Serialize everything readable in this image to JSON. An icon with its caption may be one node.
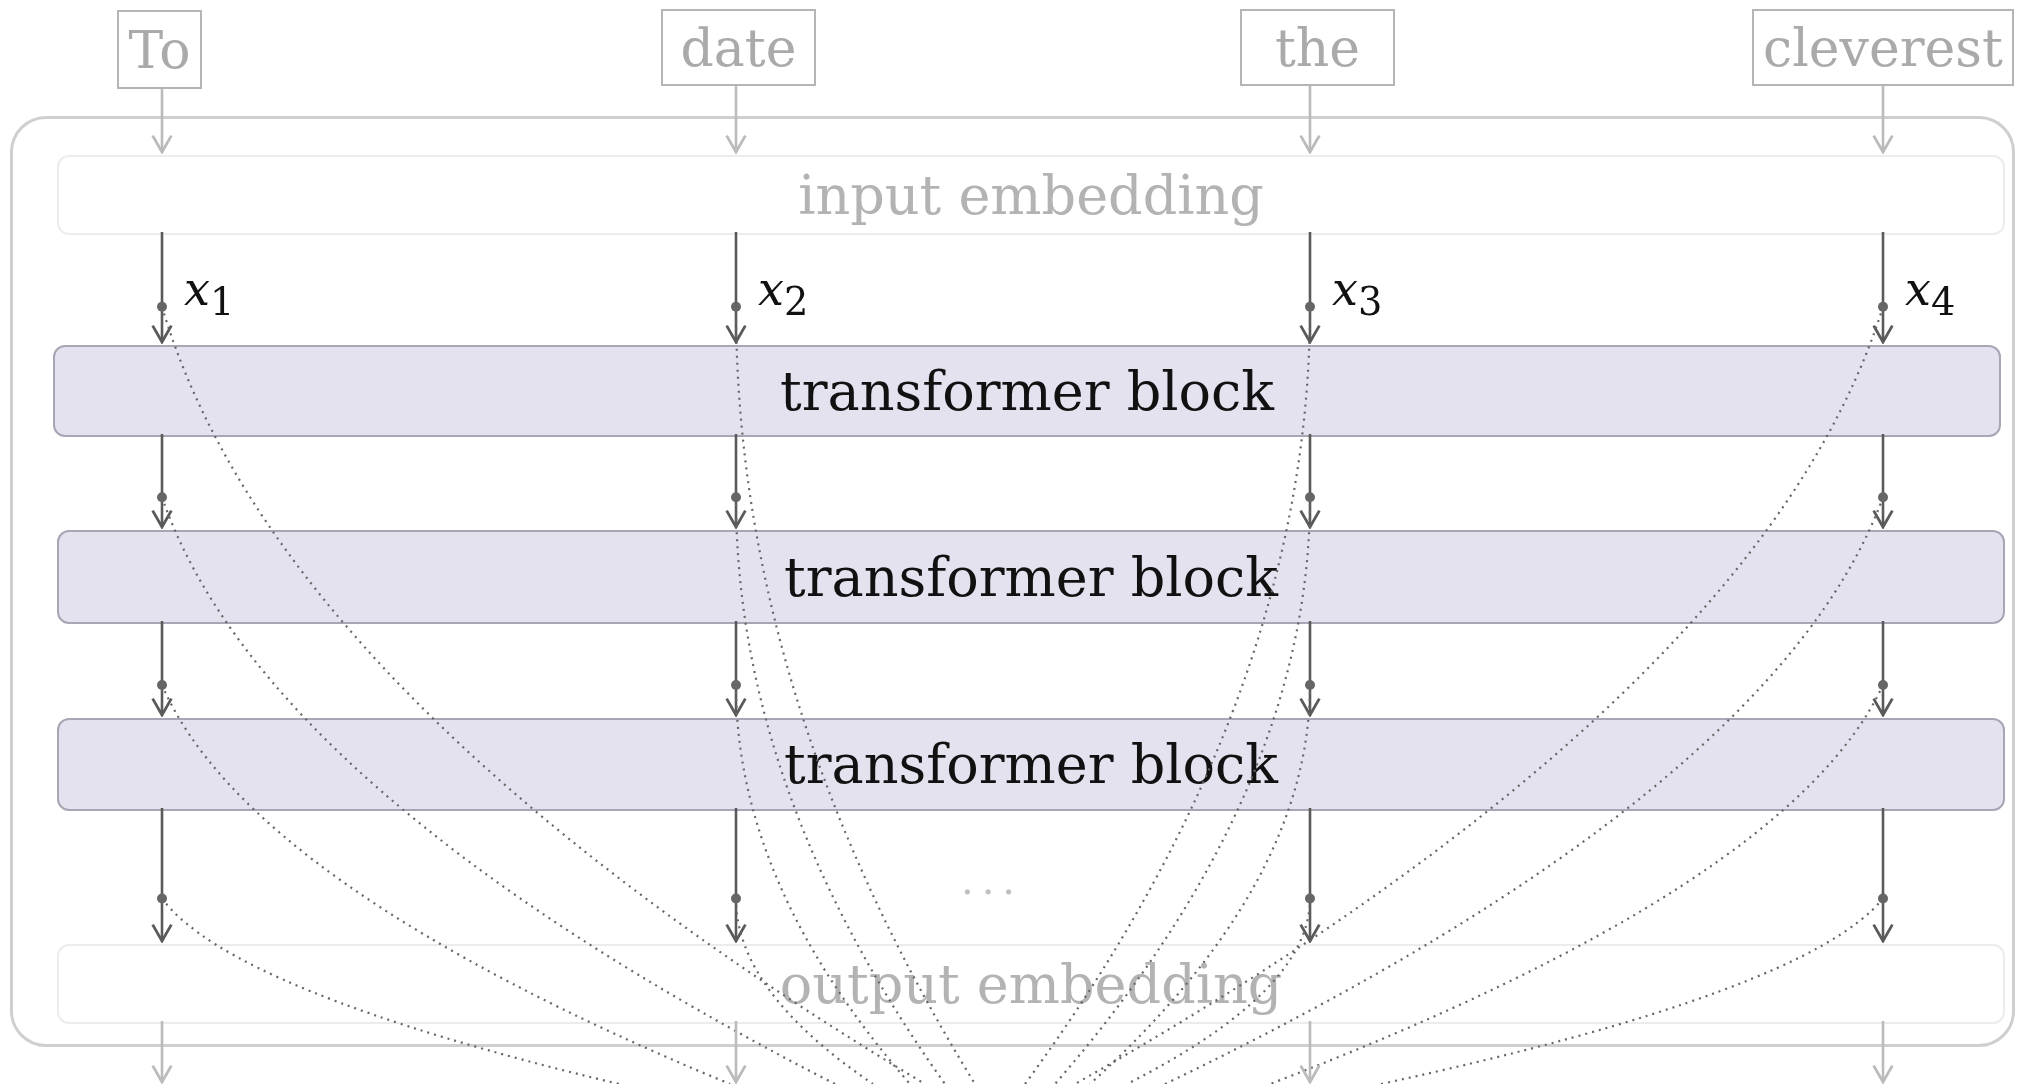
{
  "diagram": {
    "nodes": [
      {
        "text": [
          "To"
        ]
      },
      {
        "text": [
          "date"
        ]
      },
      {
        "text": [
          "the"
        ]
      },
      {
        "text": [
          "cleverest"
        ]
      },
      {
        "text": [],
        "shape": "box"
      },
      {
        "text": [
          "input embedding"
        ],
        "in": 4
      },
      {
        "text": [
          "transformer block"
        ],
        "in": 4
      },
      {
        "text": [
          "transformer block"
        ],
        "in": 4
      },
      {
        "text": [
          "transformer block"
        ],
        "in": 4
      },
      {
        "text": [
          "output embedding"
        ],
        "in": 4
      }
    ],
    "edges": [
      {
        "from": 0,
        "to": 5,
        "arrow": "to",
        "color": "#bbbbbb"
      },
      {
        "from": 1,
        "to": 5,
        "arrow": "to",
        "color": "#bbbbbb"
      },
      {
        "from": 2,
        "to": 5,
        "arrow": "to",
        "color": "#bbbbbb"
      },
      {
        "from": 3,
        "to": 5,
        "arrow": "to",
        "color": "#bbbbbb"
      },
      {
        "from": 5,
        "to": 6,
        "arrow": "to",
        "label": "*x*$_{1}$"
      },
      {
        "from": 5,
        "to": 6,
        "arrow": "to",
        "label": "*x*$_{2}$"
      },
      {
        "from": 5,
        "to": 6,
        "arrow": "to",
        "label": "*x*$_{3}$"
      },
      {
        "from": 5,
        "to": 6,
        "arrow": "to",
        "label": "*x*$_{4}$"
      },
      {
        "from": 6,
        "to": 7,
        "arrow": "to"
      },
      {
        "from": 6,
        "to": 7,
        "arrow": "to"
      },
      {
        "from": 6,
        "to": 7,
        "arrow": "to"
      },
      {
        "from": 6,
        "to": 7,
        "arrow": "to"
      },
      {
        "from": 7,
        "to": 8,
        "arrow": "to"
      },
      {
        "from": 7,
        "to": 8,
        "arrow": "to"
      },
      {
        "from": 7,
        "to": 8,
        "arrow": "to"
      },
      {
        "from": 7,
        "to": 8,
        "arrow": "to"
      },
      {
        "from": 8,
        "to": 9,
        "arrow": "to"
      },
      {
        "from": 8,
        "to": 9,
        "arrow": "to"
      },
      {
        "from": 8,
        "to": 9,
        "arrow": "to"
      },
      {
        "from": 8,
        "to": 9,
        "arrow": "to"
      },
      {
        "from": 9,
        "to": null,
        "arrow": "to",
        "color": "#bbbbbb"
      },
      {
        "from": 9,
        "to": null,
        "arrow": "to",
        "color": "#bbbbbb"
      },
      {
        "from": 9,
        "to": null,
        "arrow": "to",
        "color": "#bbbbbb"
      },
      {
        "from": 9,
        "to": null,
        "arrow": "to",
        "color": "#bbbbbb"
      }
    ],
    "labels": [
      "..."
    ]
  }
}
